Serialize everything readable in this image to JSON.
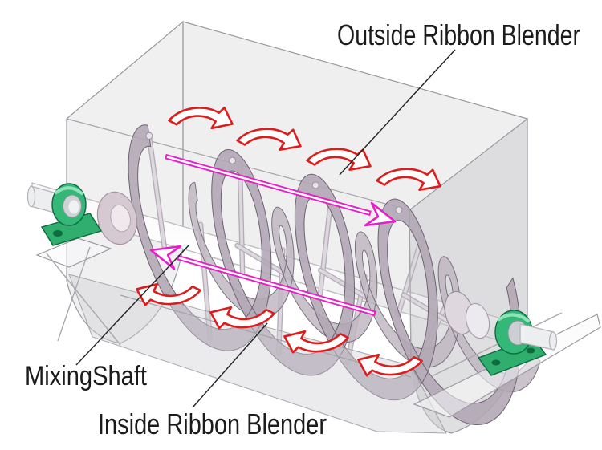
{
  "diagram": {
    "type": "technical-illustration",
    "subject": "ribbon blender mixer cutaway",
    "labels": {
      "outside_ribbon": "Outside Ribbon Blender",
      "mixing_shaft": "MixingShaft",
      "inside_ribbon": "Inside Ribbon Blender"
    },
    "icons": {
      "rotation_arrow": "curved-swoosh-arrow",
      "flow_arrow": "double-line-straight-arrow"
    },
    "colors": {
      "rotation": "#dd1c1c",
      "flow": "#e81fc8",
      "bearing": "#34b877",
      "ribbon": "#b2a6b4",
      "trough": "#ececee",
      "shaft": "#f2f2f3",
      "label": "#1b1b1b",
      "bg": "#ffffff"
    }
  }
}
